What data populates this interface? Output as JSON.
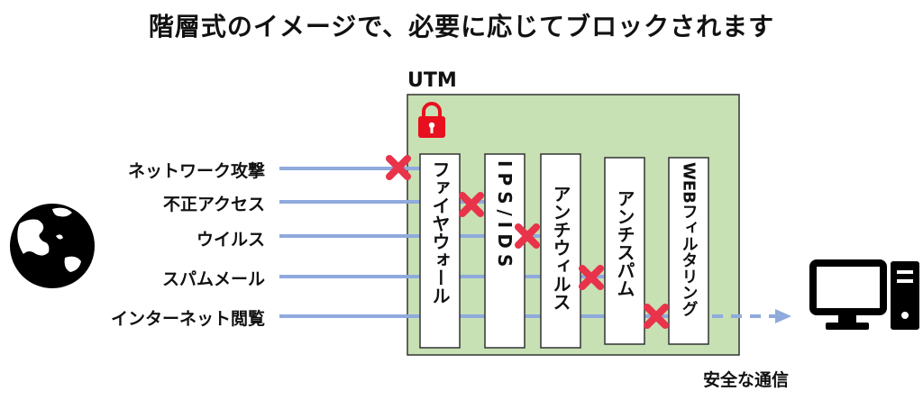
{
  "title": "階層式のイメージで、必要に応じてブロックされます",
  "utm_label": "UTM",
  "threats": [
    "ネットワーク攻撃",
    "不正アクセス",
    "ウイルス",
    "スパムメール",
    "インターネット閲覧"
  ],
  "layers": [
    "ファイヤウォール",
    "IPS/IDS",
    "アンチウィルス",
    "アンチスパム",
    "WEBフィルタリング"
  ],
  "safe_label": "安全な通信",
  "colors": {
    "box_fill": "#c7e0b4",
    "box_stroke": "#333333",
    "line": "#8faadc",
    "block_x": "#e8334a",
    "lock": "#e8101e"
  },
  "icons": [
    "globe-icon",
    "lock-icon",
    "block-x-icon",
    "computer-icon"
  ]
}
